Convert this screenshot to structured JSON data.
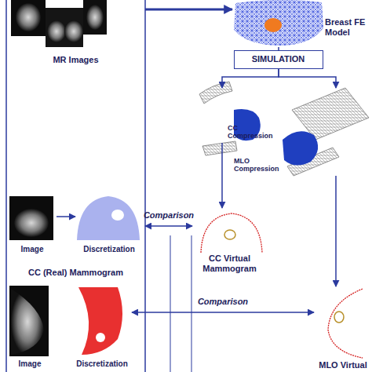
{
  "diagram": {
    "nodes": [
      {
        "text": [
          "MR Images"
        ]
      },
      {
        "text": [
          "Breast FE Model"
        ]
      },
      {
        "text": [
          "SIMULATION"
        ]
      },
      {
        "text": [
          "CC Compression"
        ]
      },
      {
        "text": [
          "MLO Compression"
        ]
      },
      {
        "text": [
          "CC Virtual Mammogram"
        ]
      },
      {
        "text": [
          "CC (Real) Mammogram"
        ]
      },
      {
        "text": [
          "Image"
        ],
        "in": 6
      },
      {
        "text": [
          "Discretization"
        ],
        "in": 6
      },
      {
        "text": [
          "Image"
        ]
      },
      {
        "text": [
          "Discretization"
        ]
      },
      {
        "text": [
          "MLO Virtual"
        ]
      }
    ],
    "edges": [
      {
        "from": 0,
        "to": 1,
        "arrow": "to"
      },
      {
        "from": 1,
        "to": 2,
        "arrow": "none"
      },
      {
        "from": 2,
        "to": 3,
        "arrow": "to"
      },
      {
        "from": 2,
        "to": 4,
        "arrow": "to"
      },
      {
        "from": 3,
        "to": 5,
        "arrow": "to"
      },
      {
        "from": 4,
        "to": 11,
        "arrow": "to"
      },
      {
        "from": 6,
        "to": 5,
        "label": "Comparison",
        "arrow": "both"
      },
      {
        "from": 7,
        "to": 8,
        "arrow": "to"
      },
      {
        "from": 10,
        "to": 11,
        "label": "Comparison",
        "arrow": "both"
      }
    ]
  }
}
